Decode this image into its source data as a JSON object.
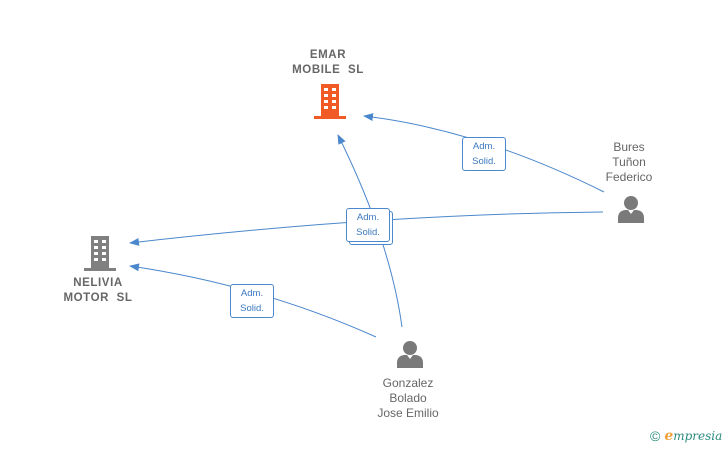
{
  "nodes": {
    "emar": {
      "name_lines": [
        "EMAR",
        "MOBILE  SL"
      ],
      "icon": "building-icon",
      "color": "#f15a24"
    },
    "nelivia": {
      "name_lines": [
        "NELIVIA",
        "MOTOR  SL"
      ],
      "icon": "building-icon",
      "color": "#808080"
    },
    "bures": {
      "name_lines": [
        "Bures",
        "Tuñon",
        "Federico"
      ],
      "icon": "person-icon",
      "color": "#7a7a7a"
    },
    "gonzalez": {
      "name_lines": [
        "Gonzalez",
        "Bolado",
        "Jose Emilio"
      ],
      "icon": "person-icon",
      "color": "#7a7a7a"
    }
  },
  "roles": {
    "bures_emar": [
      "Adm.",
      "Solid."
    ],
    "center": [
      "Adm.",
      "Solid."
    ],
    "gonzalez_nelivia": [
      "Adm.",
      "Solid."
    ]
  },
  "colors": {
    "edge": "#4a87cc",
    "label": "#666666"
  },
  "watermark": {
    "symbol": "©",
    "brand_first": "e",
    "brand_rest": "mpresia"
  }
}
